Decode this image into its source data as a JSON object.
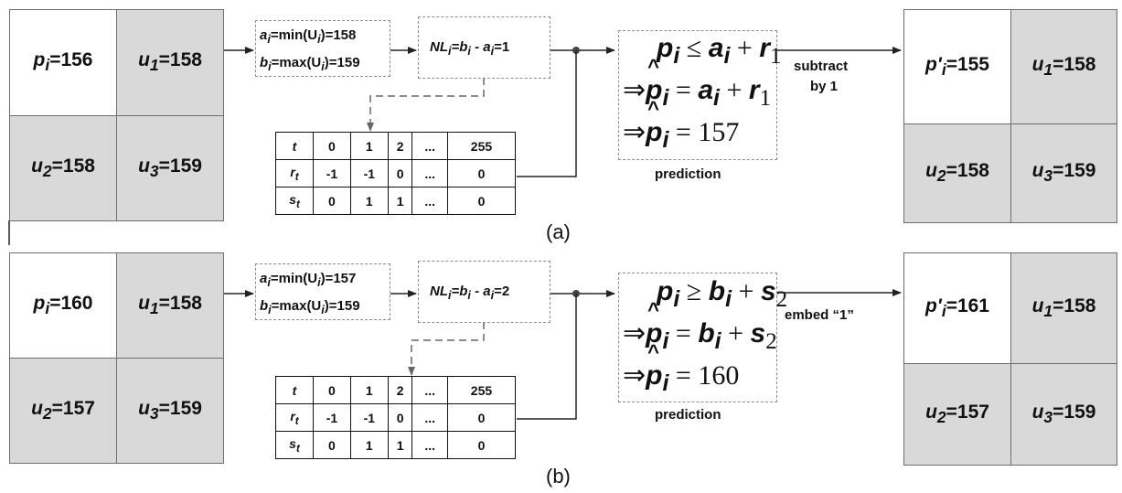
{
  "panel_a": {
    "caption": "(a)",
    "input_block": {
      "p": "p",
      "p_sub": "i",
      "p_val": "=156",
      "u1": "u",
      "u1_sub": "1",
      "u1_val": "=158",
      "u2": "u",
      "u2_sub": "2",
      "u2_val": "=158",
      "u3": "u",
      "u3_sub": "3",
      "u3_val": "=159"
    },
    "minmax": {
      "a_line_a": "a",
      "a_line_sub": "i",
      "a_line_rest": "=min(U",
      "a_line_sub2": "i",
      "a_line_end": ")=158",
      "b_line_a": "b",
      "b_line_sub": "i",
      "b_line_rest": "=max(U",
      "b_line_sub2": "i",
      "b_line_end": ")=159"
    },
    "nl": {
      "text_pre": "NL",
      "sub1": "i",
      "mid": "=b",
      "sub2": "i",
      "minus": " - a",
      "sub3": "i",
      "end": "=1"
    },
    "table": {
      "rows": [
        {
          "head": "t",
          "head_sub": "",
          "cells": [
            "0",
            "1",
            "2",
            "...",
            "255"
          ]
        },
        {
          "head": "r",
          "head_sub": "t",
          "cells": [
            "-1",
            "-1",
            "0",
            "...",
            "0"
          ]
        },
        {
          "head": "s",
          "head_sub": "t",
          "cells": [
            "0",
            "1",
            "1",
            "...",
            "0"
          ]
        }
      ]
    },
    "prediction": {
      "line1": {
        "lhs": "p",
        "lhs_sub": "i",
        "op": " ≤ ",
        "rhs1": "a",
        "rhs1_sub": "i",
        "plus": " + ",
        "rhs2": "r",
        "rhs2_sub": "1"
      },
      "line2": {
        "arrow": "⇒",
        "lhs": "p",
        "lhs_sub": "i",
        "op": " = ",
        "rhs1": "a",
        "rhs1_sub": "i",
        "plus": " + ",
        "rhs2": "r",
        "rhs2_sub": "1"
      },
      "line3": {
        "arrow": "⇒",
        "lhs": "p",
        "lhs_sub": "i",
        "op": " = ",
        "value": "157"
      },
      "label": "prediction"
    },
    "action_line1": "subtract",
    "action_line2": "by 1",
    "output_block": {
      "p": "p'",
      "p_sub": "i",
      "p_val": "=155",
      "u1": "u",
      "u1_sub": "1",
      "u1_val": "=158",
      "u2": "u",
      "u2_sub": "2",
      "u2_val": "=158",
      "u3": "u",
      "u3_sub": "3",
      "u3_val": "=159"
    }
  },
  "panel_b": {
    "caption": "(b)",
    "input_block": {
      "p": "p",
      "p_sub": "i",
      "p_val": "=160",
      "u1": "u",
      "u1_sub": "1",
      "u1_val": "=158",
      "u2": "u",
      "u2_sub": "2",
      "u2_val": "=157",
      "u3": "u",
      "u3_sub": "3",
      "u3_val": "=159"
    },
    "minmax": {
      "a_line_a": "a",
      "a_line_sub": "i",
      "a_line_rest": "=min(U",
      "a_line_sub2": "i",
      "a_line_end": ")=157",
      "b_line_a": "b",
      "b_line_sub": "i",
      "b_line_rest": "=max(U",
      "b_line_sub2": "i",
      "b_line_end": ")=159"
    },
    "nl": {
      "text_pre": "NL",
      "sub1": "i",
      "mid": "=b",
      "sub2": "i",
      "minus": " - a",
      "sub3": "i",
      "end": "=2"
    },
    "table": {
      "rows": [
        {
          "head": "t",
          "head_sub": "",
          "cells": [
            "0",
            "1",
            "2",
            "...",
            "255"
          ]
        },
        {
          "head": "r",
          "head_sub": "t",
          "cells": [
            "-1",
            "-1",
            "0",
            "...",
            "0"
          ]
        },
        {
          "head": "s",
          "head_sub": "t",
          "cells": [
            "0",
            "1",
            "1",
            "...",
            "0"
          ]
        }
      ]
    },
    "prediction": {
      "line1": {
        "lhs": "p",
        "lhs_sub": "i",
        "op": " ≥ ",
        "rhs1": "b",
        "rhs1_sub": "i",
        "plus": " + ",
        "rhs2": "s",
        "rhs2_sub": "2"
      },
      "line2": {
        "arrow": "⇒",
        "lhs": "p",
        "lhs_sub": "i",
        "op": " = ",
        "rhs1": "b",
        "rhs1_sub": "i",
        "plus": " + ",
        "rhs2": "s",
        "rhs2_sub": "2"
      },
      "line3": {
        "arrow": "⇒",
        "lhs": "p",
        "lhs_sub": "i",
        "op": " = ",
        "value": "160"
      },
      "label": "prediction"
    },
    "action_line1": "embed “1”",
    "output_block": {
      "p": "p'",
      "p_sub": "i",
      "p_val": "=161",
      "u1": "u",
      "u1_sub": "1",
      "u1_val": "=158",
      "u2": "u",
      "u2_sub": "2",
      "u2_val": "=157",
      "u3": "u",
      "u3_sub": "3",
      "u3_val": "=159"
    }
  }
}
